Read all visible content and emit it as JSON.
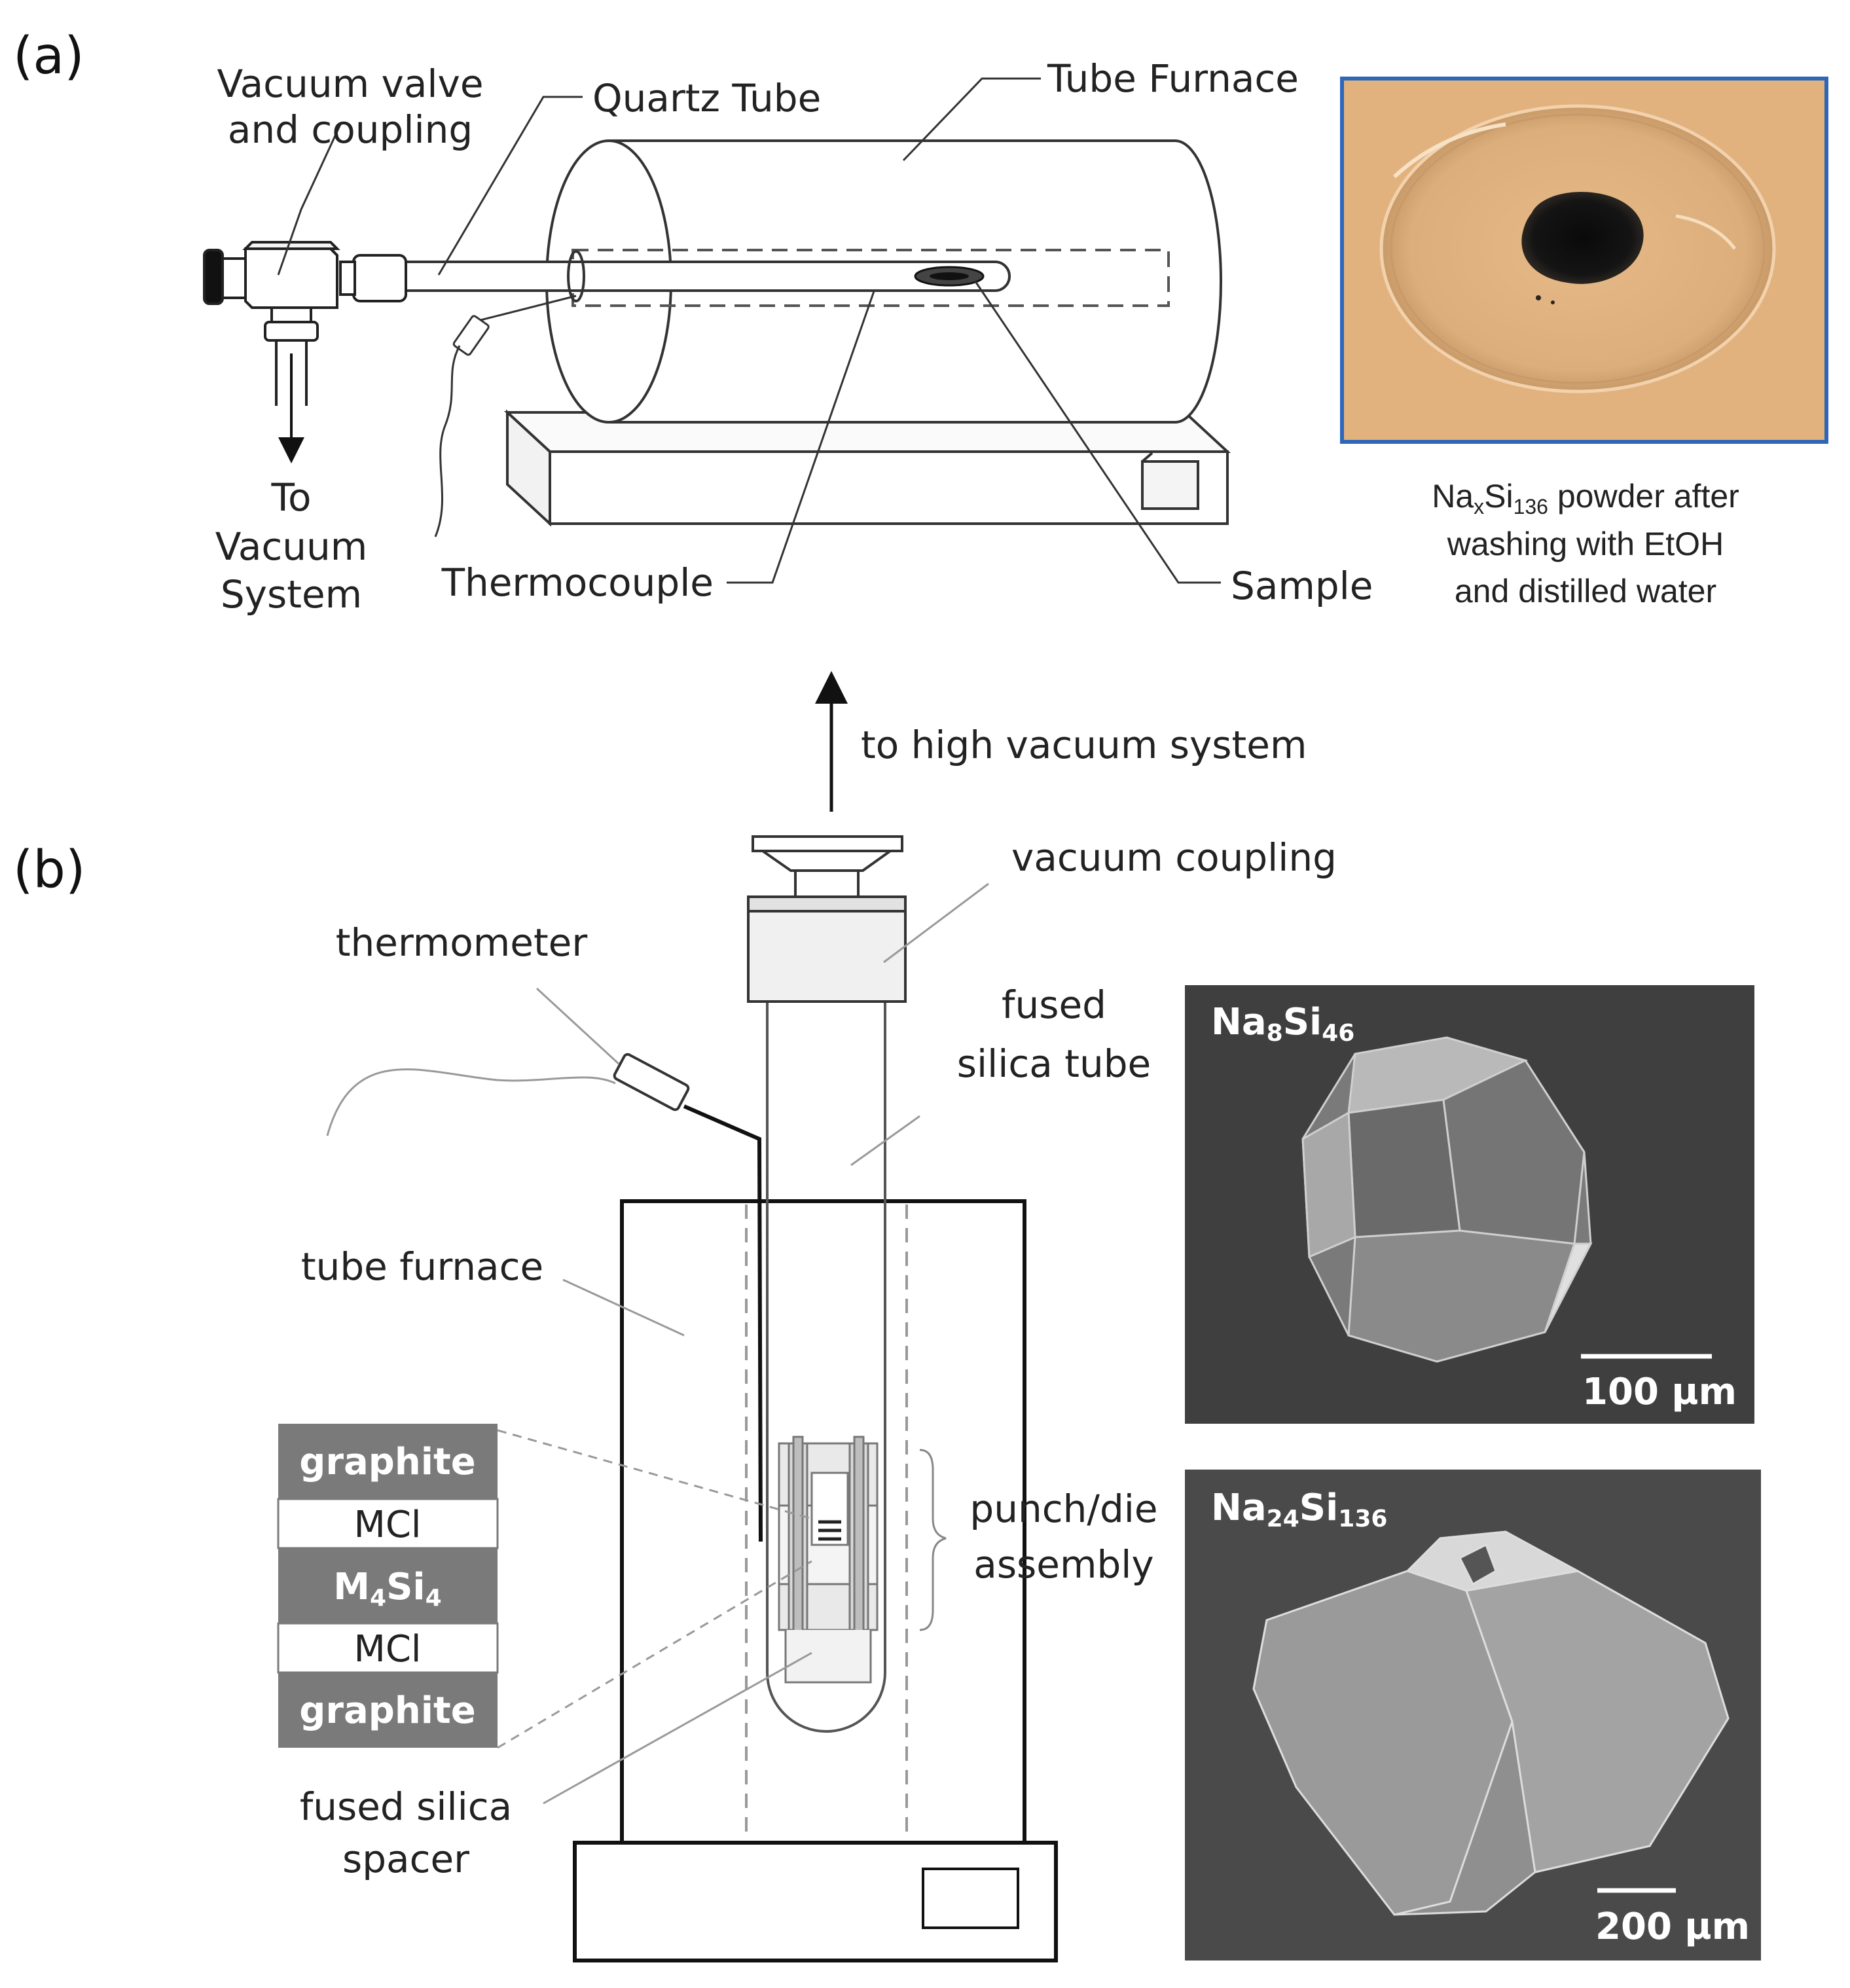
{
  "panel_a": {
    "label": "(a)",
    "callouts": {
      "vacuum_valve_line1": "Vacuum valve",
      "vacuum_valve_line2": "and coupling",
      "quartz_tube": "Quartz Tube",
      "tube_furnace": "Tube Furnace",
      "to_vacuum_line1": "To",
      "to_vacuum_line2": "Vacuum",
      "to_vacuum_line3": "System",
      "thermocouple": "Thermocouple",
      "sample": "Sample"
    },
    "photo_caption": {
      "line1_prefix": "Na",
      "line1_sub1": "x",
      "line1_mid": "Si",
      "line1_sub2": "136",
      "line1_suffix": " powder after",
      "line2": "washing with EtOH",
      "line3": "and distilled water"
    }
  },
  "panel_b": {
    "label": "(b)",
    "callouts": {
      "high_vacuum": "to high vacuum system",
      "vacuum_coupling": "vacuum coupling",
      "thermometer": "thermometer",
      "fused_tube_line1": "fused",
      "fused_tube_line2": "silica tube",
      "tube_furnace": "tube furnace",
      "punch_die_line1": "punch/die",
      "punch_die_line2": "assembly",
      "spacer_line1": "fused silica",
      "spacer_line2": "spacer"
    },
    "stack_layers": {
      "layer1": "graphite",
      "layer2": "MCl",
      "layer3_main": "M",
      "layer3_sub1": "4",
      "layer3_mid": "Si",
      "layer3_sub2": "4",
      "layer4": "MCl",
      "layer5": "graphite"
    },
    "sem_top": {
      "formula_a": "Na",
      "formula_sub_a": "8",
      "formula_b": "Si",
      "formula_sub_b": "46",
      "scale_bar": "100 µm"
    },
    "sem_bottom": {
      "formula_a": "Na",
      "formula_sub_a": "24",
      "formula_b": "Si",
      "formula_sub_b": "136",
      "scale_bar": "200 µm"
    }
  },
  "colors": {
    "photo_background": "#e2b27e",
    "photo_border": "#2e67b8",
    "sem_background": "#3d3d3d",
    "stack_dark": "#7a7a7a"
  }
}
